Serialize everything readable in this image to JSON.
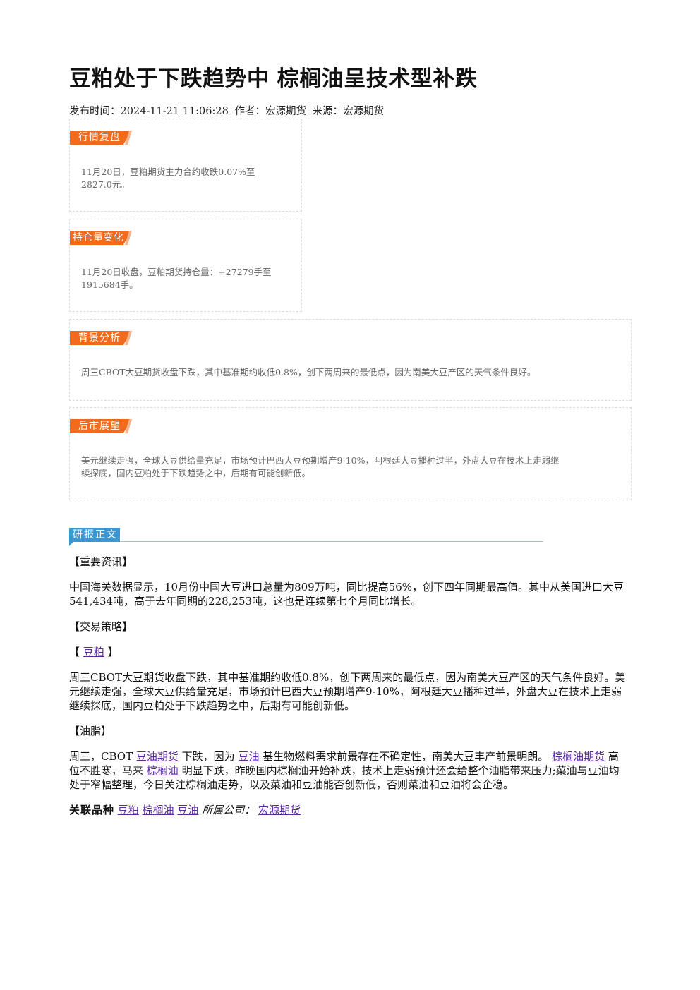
{
  "article": {
    "title": "豆粕处于下跌趋势中 棕榈油呈技术型补跌",
    "publish_label": "发布时间：",
    "publish_time": "2024-11-21 11:06:28",
    "author_label": "作者：",
    "author": "宏源期货",
    "source_label": "来源：",
    "source": "宏源期货"
  },
  "cards": {
    "market_review": {
      "tag": "行情复盘",
      "line1": "11月20日，豆粕期货主力合约收跌0.07%至",
      "line2": "2827.0元。"
    },
    "position_change": {
      "tag": "持仓量变化",
      "line1": "11月20日收盘，豆粕期货持仓量：+27279手至",
      "line2": "1915684手。"
    },
    "background": {
      "tag": "背景分析",
      "text": "周三CBOT大豆期货收盘下跌，其中基准期约收低0.8%，创下两周来的最低点，因为南美大豆产区的天气条件良好。"
    },
    "outlook": {
      "tag": "后市展望",
      "line1": "美元继续走强，全球大豆供给量充足，市场预计巴西大豆预期增产9-10%，阿根廷大豆播种过半，外盘大豆在技术上走弱继",
      "line2": "续探底，国内豆粕处于下跌趋势之中，后期有可能创新低。"
    }
  },
  "report": {
    "header": "研报正文",
    "news_heading": "【重要资讯】",
    "news_text": "中国海关数据显示，10月份中国大豆进口总量为809万吨，同比提高56%，创下四年同期最高值。其中从美国进口大豆541,434吨，高于去年同期的228,253吨，这也是连续第七个月同比增长。",
    "strategy_heading": "【交易策略】",
    "meal_bracket_open": "【",
    "meal_link": "豆粕",
    "meal_bracket_close": "】",
    "meal_text": "周三CBOT大豆期货收盘下跌，其中基准期约收低0.8%，创下两周来的最低点，因为南美大豆产区的天气条件良好。美元继续走强，全球大豆供给量充足，市场预计巴西大豆预期增产9-10%，阿根廷大豆播种过半，外盘大豆在技术上走弱继续探底，国内豆粕处于下跌趋势之中，后期有可能创新低。",
    "oil_heading": "【油脂】",
    "oil_p1": "周三，CBOT",
    "oil_link1": "豆油期货",
    "oil_p2": "下跌，因为",
    "oil_link2": "豆油",
    "oil_p3": "基生物燃料需求前景存在不确定性，南美大豆丰产前景明朗。",
    "oil_link3": "棕榈油期货",
    "oil_p4": "高位不胜寒，马来",
    "oil_link4": "棕榈油",
    "oil_p5": "明显下跌，昨晚国内棕榈油开始补跌，技术上走弱预计还会给整个油脂带来压力;菜油与豆油均处于窄幅整理，今日关注棕榈油走势，以及菜油和豆油能否创新低，否则菜油和豆油将会企稳。"
  },
  "related": {
    "label": "关联品种",
    "items": [
      "豆粕",
      "棕榈油",
      "豆油"
    ],
    "company_label": "所属公司：",
    "company": "宏源期货"
  }
}
